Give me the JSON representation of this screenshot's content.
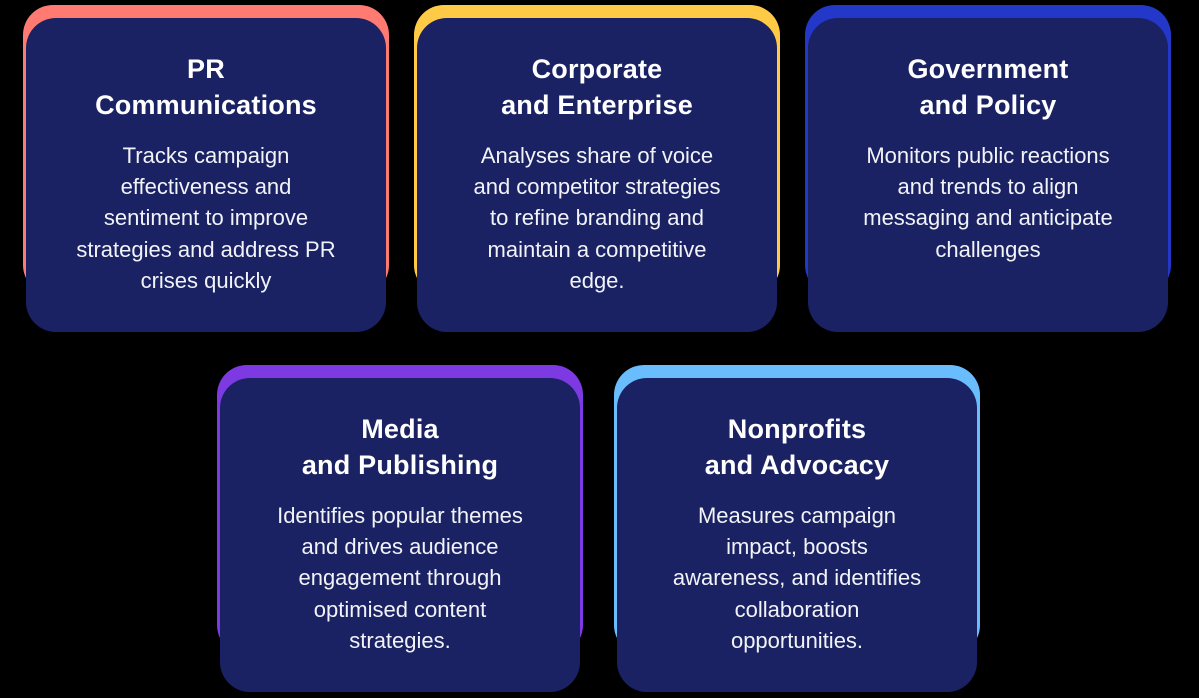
{
  "page": {
    "background_color": "#000000",
    "card_color": "#1A2264",
    "title_color": "#FFFFFF",
    "body_color": "#F2F3F7"
  },
  "cards": [
    {
      "id": "pr-communications",
      "accent_color": "#FF7B72",
      "title": "PR\nCommunications",
      "description": "Tracks campaign\neffectiveness and\nsentiment to improve\nstrategies and address PR\ncrises quickly"
    },
    {
      "id": "corporate-and-enterprise",
      "accent_color": "#FFCB47",
      "title": "Corporate\nand Enterprise",
      "description": "Analyses share of voice\nand competitor strategies\nto refine branding and\nmaintain a competitive\nedge."
    },
    {
      "id": "government-and-policy",
      "accent_color": "#2338C8",
      "title": "Government\nand Policy",
      "description": "Monitors public reactions\nand trends to align\nmessaging and anticipate\nchallenges"
    },
    {
      "id": "media-and-publishing",
      "accent_color": "#7D3AE3",
      "title": "Media\nand Publishing",
      "description": "Identifies popular themes\nand drives audience\nengagement through\noptimised content\nstrategies."
    },
    {
      "id": "nonprofits-and-advocacy",
      "accent_color": "#6ABDFD",
      "title": "Nonprofits\nand Advocacy",
      "description": "Measures campaign\nimpact, boosts\nawareness, and identifies\ncollaboration\nopportunities."
    }
  ]
}
